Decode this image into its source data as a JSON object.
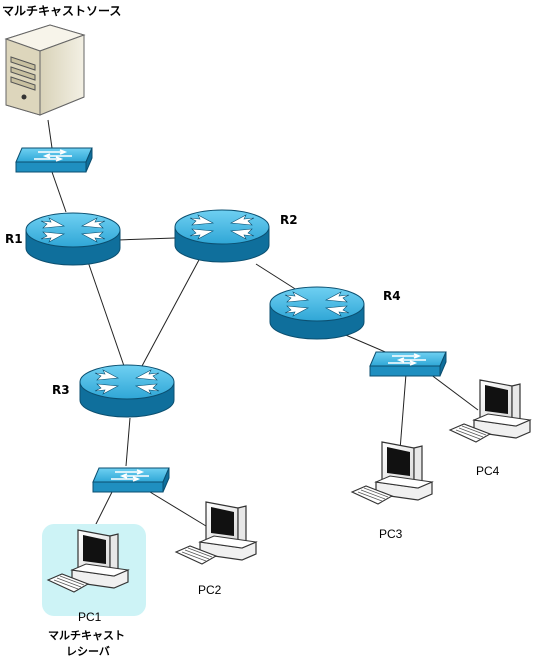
{
  "source": {
    "label": "マルチキャストソース",
    "icon": "server-tower-icon"
  },
  "routers": [
    {
      "id": "r1",
      "label": "R1"
    },
    {
      "id": "r2",
      "label": "R2"
    },
    {
      "id": "r3",
      "label": "R3"
    },
    {
      "id": "r4",
      "label": "R4"
    }
  ],
  "pcs": [
    {
      "id": "pc1",
      "label": "PC1",
      "role_line1": "マルチキャスト",
      "role_line2": "レシーバ",
      "highlight_color": "#cdf3f6"
    },
    {
      "id": "pc2",
      "label": "PC2"
    },
    {
      "id": "pc3",
      "label": "PC3"
    },
    {
      "id": "pc4",
      "label": "PC4"
    }
  ],
  "colors": {
    "device_blue": "#1f8fc0",
    "device_dark": "#0f5f87",
    "device_light": "#58c4ec",
    "link": "#222222"
  }
}
